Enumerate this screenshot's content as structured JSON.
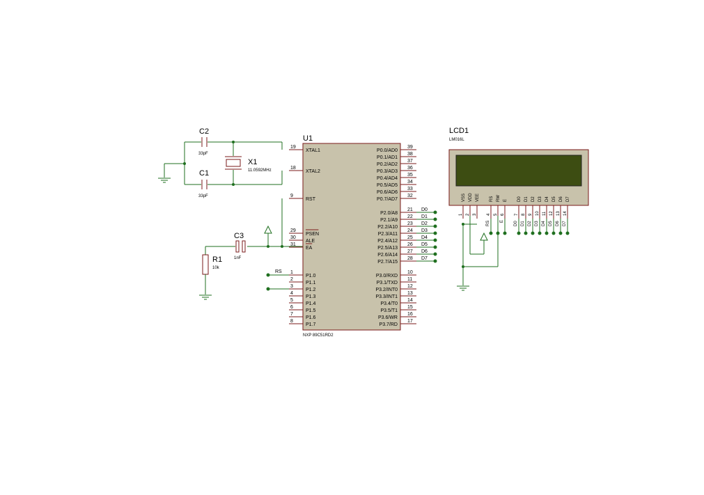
{
  "u1": {
    "ref": "U1",
    "part": "NXP 89C51RD2",
    "left_pins": [
      {
        "num": "19",
        "name": "XTAL1"
      },
      {
        "num": "18",
        "name": "XTAL2"
      },
      {
        "num": "9",
        "name": "RST"
      },
      {
        "num": "29",
        "name": "PSEN"
      },
      {
        "num": "30",
        "name": "ALE"
      },
      {
        "num": "31",
        "name": "EA"
      },
      {
        "num": "1",
        "name": "P1.0"
      },
      {
        "num": "2",
        "name": "P1.1"
      },
      {
        "num": "3",
        "name": "P1.2"
      },
      {
        "num": "4",
        "name": "P1.3"
      },
      {
        "num": "5",
        "name": "P1.4"
      },
      {
        "num": "6",
        "name": "P1.5"
      },
      {
        "num": "7",
        "name": "P1.6"
      },
      {
        "num": "8",
        "name": "P1.7"
      }
    ],
    "right_pins": [
      {
        "num": "39",
        "name": "P0.0/AD0"
      },
      {
        "num": "38",
        "name": "P0.1/AD1"
      },
      {
        "num": "37",
        "name": "P0.2/AD2"
      },
      {
        "num": "36",
        "name": "P0.3/AD3"
      },
      {
        "num": "35",
        "name": "P0.4/AD4"
      },
      {
        "num": "34",
        "name": "P0.5/AD5"
      },
      {
        "num": "33",
        "name": "P0.6/AD6"
      },
      {
        "num": "32",
        "name": "P0.7/AD7"
      },
      {
        "num": "21",
        "name": "P2.0/A8"
      },
      {
        "num": "22",
        "name": "P2.1/A9"
      },
      {
        "num": "23",
        "name": "P2.2/A10"
      },
      {
        "num": "24",
        "name": "P2.3/A11"
      },
      {
        "num": "25",
        "name": "P2.4/A12"
      },
      {
        "num": "26",
        "name": "P2.5/A13"
      },
      {
        "num": "27",
        "name": "P2.6/A14"
      },
      {
        "num": "28",
        "name": "P2.7/A15"
      },
      {
        "num": "10",
        "name": "P3.0/RXD"
      },
      {
        "num": "11",
        "name": "P3.1/TXD"
      },
      {
        "num": "12",
        "name": "P3.2/INT0"
      },
      {
        "num": "13",
        "name": "P3.3/INT1"
      },
      {
        "num": "14",
        "name": "P3.4/T0"
      },
      {
        "num": "15",
        "name": "P3.5/T1"
      },
      {
        "num": "16",
        "name": "P3.6/WR"
      },
      {
        "num": "17",
        "name": "P3.7/RD"
      }
    ],
    "data_labels": [
      "D0",
      "D1",
      "D2",
      "D3",
      "D4",
      "D5",
      "D6",
      "D7"
    ],
    "rs_label": "RS"
  },
  "c2": {
    "ref": "C2",
    "value": "33pF"
  },
  "c1": {
    "ref": "C1",
    "value": "33pF"
  },
  "x1": {
    "ref": "X1",
    "value": "11.0592MHz"
  },
  "c3": {
    "ref": "C3",
    "value": "1nF"
  },
  "r1": {
    "ref": "R1",
    "value": "10k"
  },
  "lcd": {
    "ref": "LCD1",
    "part": "LM016L",
    "pin_names": [
      "VSS",
      "VDD",
      "VEE",
      "RS",
      "RW",
      "E",
      "D0",
      "D1",
      "D2",
      "D3",
      "D4",
      "D5",
      "D6",
      "D7"
    ],
    "pin_numbers": [
      "1",
      "2",
      "3",
      "4",
      "5",
      "6",
      "7",
      "8",
      "9",
      "10",
      "11",
      "12",
      "13",
      "14"
    ],
    "rs_label": "RS",
    "e_label": "E",
    "data_labels": [
      "D0",
      "D1",
      "D2",
      "D3",
      "D4",
      "D5",
      "D6",
      "D7"
    ]
  },
  "colors": {
    "wire": "#1f6f1f",
    "component": "#7a1a1a",
    "chip_fill": "#c8c2ab",
    "lcd_screen": "#3d4d12"
  }
}
